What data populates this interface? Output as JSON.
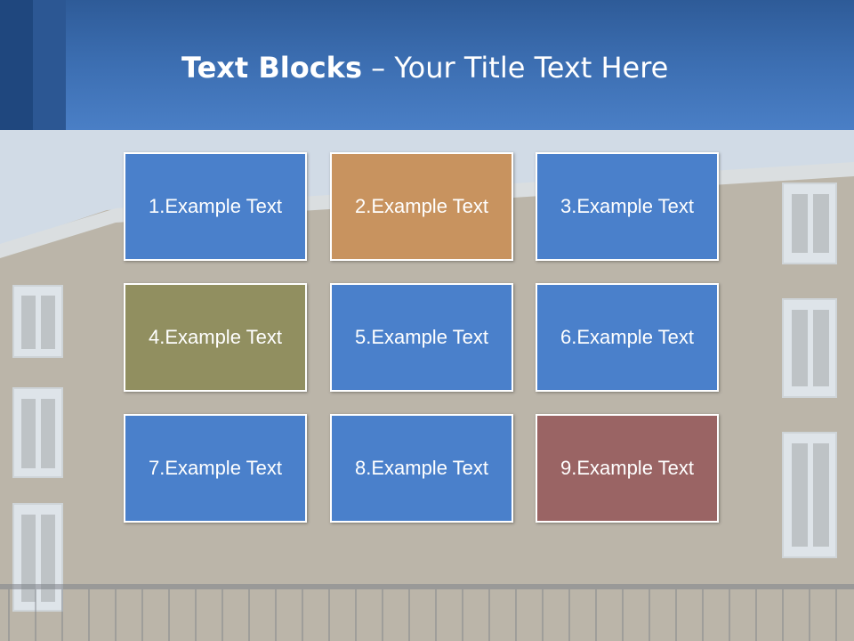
{
  "title": {
    "bold": "Text Blocks",
    "rest": " – Your Title Text Here"
  },
  "colors": {
    "blue": "#4a80cb",
    "tan": "#c8935f",
    "olive": "#918f60",
    "mauve": "#9a6464",
    "header": "#3b6db0"
  },
  "blocks": [
    {
      "label": "1.Example Text",
      "color": "#4a80cb"
    },
    {
      "label": "2.Example Text",
      "color": "#c8935f"
    },
    {
      "label": "3.Example Text",
      "color": "#4a80cb"
    },
    {
      "label": "4.Example Text",
      "color": "#918f60"
    },
    {
      "label": "5.Example Text",
      "color": "#4a80cb"
    },
    {
      "label": "6.Example Text",
      "color": "#4a80cb"
    },
    {
      "label": "7.Example Text",
      "color": "#4a80cb"
    },
    {
      "label": "8.Example Text",
      "color": "#4a80cb"
    },
    {
      "label": "9.Example Text",
      "color": "#9a6464"
    }
  ]
}
